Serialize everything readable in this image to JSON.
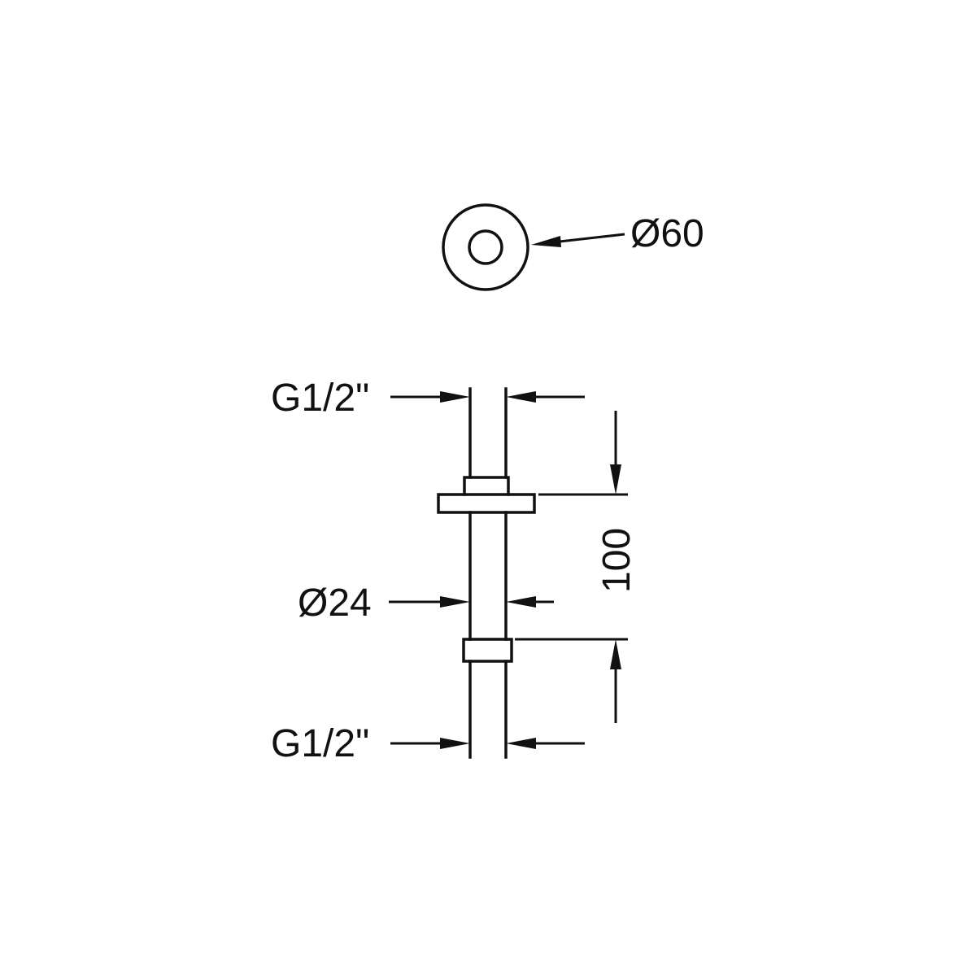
{
  "drawing": {
    "kind": "technical-dimension-drawing",
    "subject": "ceiling-mounted shower arm, top view and front view",
    "labels": {
      "flange_diameter": "Ø60",
      "top_thread": "G1/2\"",
      "arm_diameter": "Ø24",
      "arm_length": "100",
      "bottom_thread": "G1/2\""
    },
    "colors": {
      "line": "#111111",
      "background": "#ffffff"
    }
  }
}
